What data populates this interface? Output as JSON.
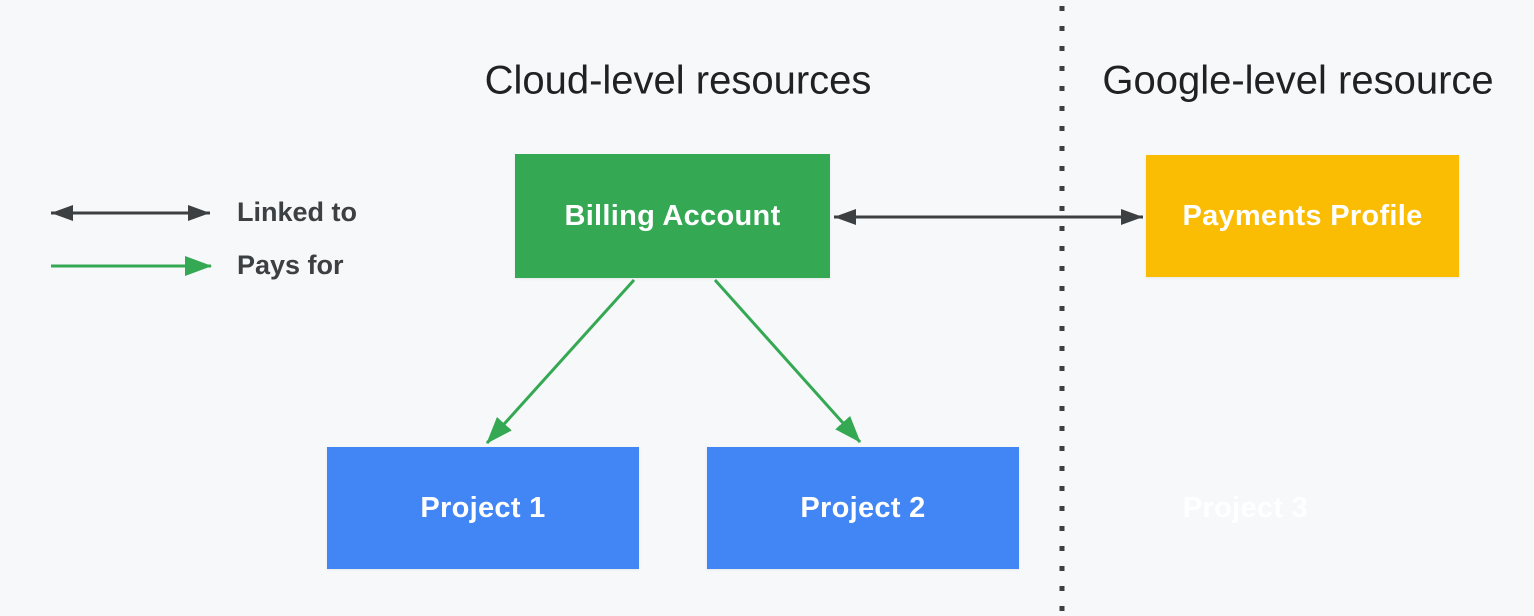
{
  "background": "#F7F8FA",
  "titles": {
    "left": "Cloud-level resources",
    "right": "Google-level resource"
  },
  "legend": {
    "linked_to": {
      "label": "Linked to",
      "arrow_icon": "double-headed-arrow",
      "color": "#3C4043"
    },
    "pays_for": {
      "label": "Pays for",
      "arrow_icon": "single-headed-arrow",
      "color": "#34A853"
    }
  },
  "nodes": {
    "billing_account": {
      "label": "Billing Account",
      "fill": "#34A853",
      "text_color": "#FFFFFF"
    },
    "payments_profile": {
      "label": "Payments Profile",
      "fill": "#FBBC04",
      "text_color": "#FFFFFF"
    },
    "project_1": {
      "label": "Project 1",
      "fill": "#4285F4",
      "text_color": "#FFFFFF"
    },
    "project_2": {
      "label": "Project 2",
      "fill": "#4285F4",
      "text_color": "#FFFFFF"
    },
    "project_3": {
      "label": "Project 3",
      "fill": "none",
      "text_color": "#FFFFFF"
    }
  },
  "edges": [
    {
      "from": "billing_account",
      "to": "payments_profile",
      "relation": "Linked to",
      "style": "double-arrow",
      "color": "#3C4043"
    },
    {
      "from": "billing_account",
      "to": "project_1",
      "relation": "Pays for",
      "style": "arrow",
      "color": "#34A853"
    },
    {
      "from": "billing_account",
      "to": "project_2",
      "relation": "Pays for",
      "style": "arrow",
      "color": "#34A853"
    }
  ],
  "divider": {
    "style": "dotted-vertical",
    "color": "#3C4043"
  }
}
